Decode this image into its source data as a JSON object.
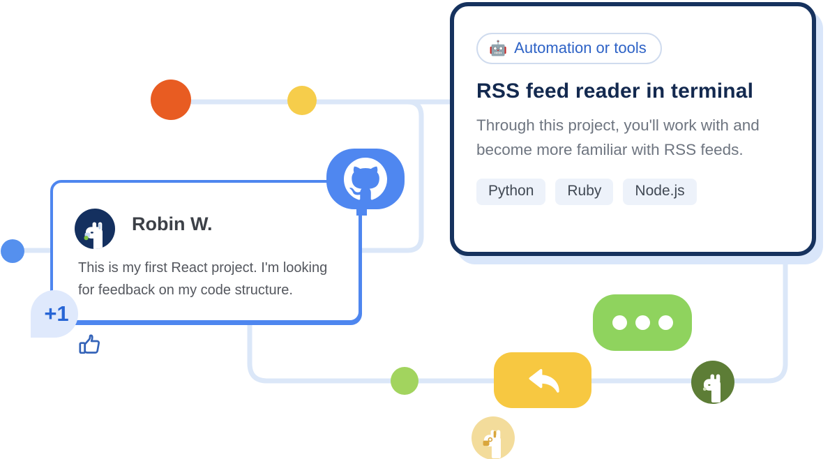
{
  "project_card": {
    "badge": {
      "emoji": "🤖",
      "label": "Automation or tools"
    },
    "title": "RSS feed reader in terminal",
    "description_line1": "Through this project, you'll work with and",
    "description_line2": "become more familiar with RSS feeds.",
    "tags": [
      "Python",
      "Ruby",
      "Node.js"
    ]
  },
  "feedback_card": {
    "author": "Robin W.",
    "message_line1": "This is my first React project. I'm looking",
    "message_line2": "for feedback on my code structure.",
    "reaction": "+1"
  },
  "icons": {
    "badge_icon": "robot-emoji",
    "avatar_icon": "llama-avatar",
    "github_icon": "github-mark",
    "reaction_icon": "thumbs-up",
    "typing_icon": "ellipsis-dots",
    "reply_icon": "reply-arrow",
    "mascot_icons": "llama"
  },
  "colors": {
    "card_border_navy": "#16325e",
    "card_border_blue": "#4e86ef",
    "connector_line": "#dbe7f8",
    "shadow_blue": "#d9e6fa",
    "github_blue": "#4f87f0",
    "badge_text_blue": "#2d62c6",
    "dot_orange": "#e85c22",
    "dot_yellow": "#f6cd4b",
    "dot_blue": "#5590ee",
    "dot_green": "#a2d45e",
    "typing_green": "#8fd35e",
    "reply_yellow": "#f7c841",
    "mascot_olive": "#5d7d36",
    "mascot_gold": "#f3dc9b",
    "reaction_bg": "#dfe9fc"
  }
}
